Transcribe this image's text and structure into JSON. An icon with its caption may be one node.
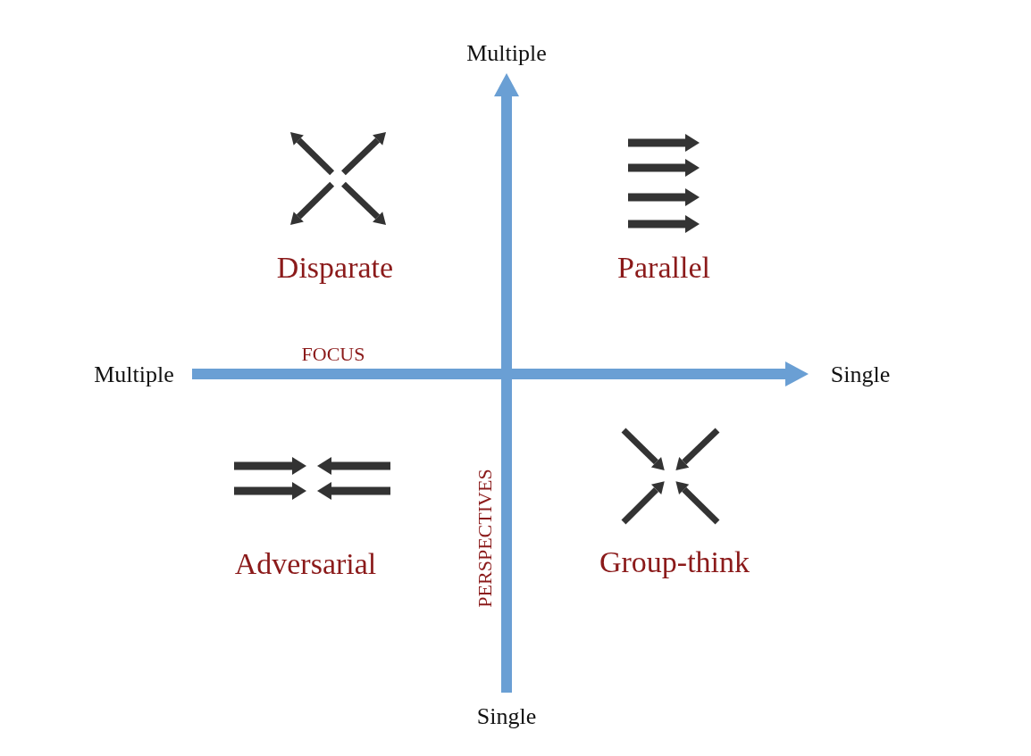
{
  "diagram": {
    "labels": [
      "Multiple",
      "Disparate",
      "Parallel",
      "FOCUS",
      "Multiple",
      "Single",
      "Adversarial",
      "PERSPECTIVES",
      "Group-think",
      "Single"
    ]
  }
}
